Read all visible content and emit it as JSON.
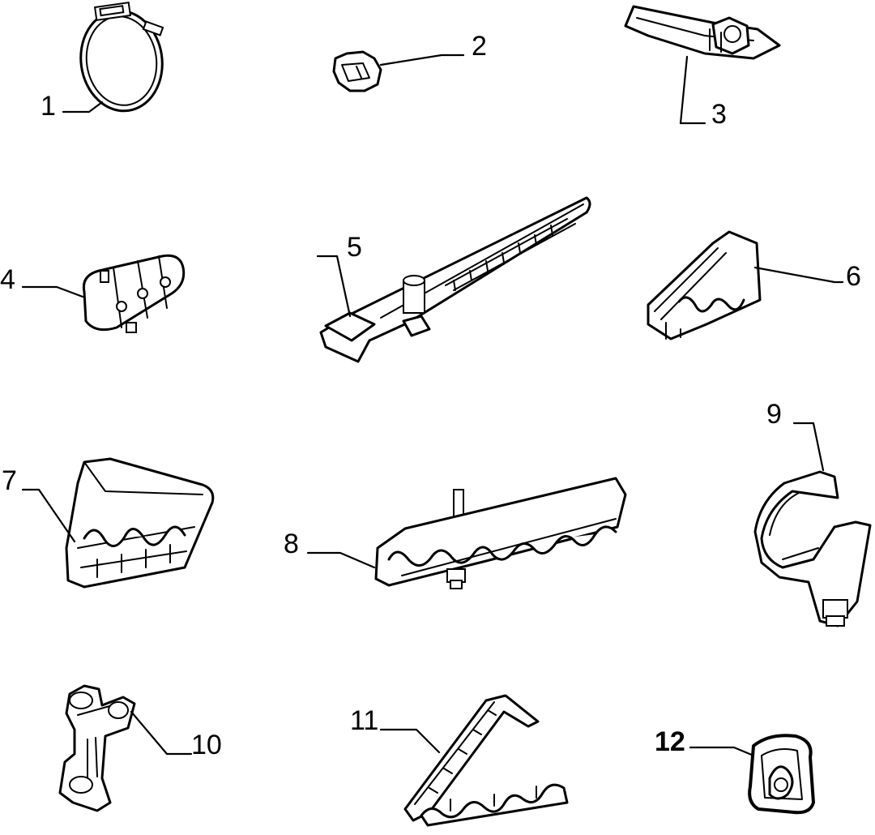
{
  "diagram": {
    "labels": [
      "1",
      "2",
      "3",
      "4",
      "5",
      "6",
      "7",
      "8",
      "9",
      "10",
      "11",
      "12"
    ],
    "parts": [
      {
        "label": "1",
        "icon": "hose-clamp-ring-icon"
      },
      {
        "label": "2",
        "icon": "push-rivet-clip-icon"
      },
      {
        "label": "3",
        "icon": "edge-clip-bracket-icon"
      },
      {
        "label": "4",
        "icon": "triple-pipe-clip-icon"
      },
      {
        "label": "5",
        "icon": "cable-tie-with-stud-icon"
      },
      {
        "label": "6",
        "icon": "multi-pipe-holder-icon"
      },
      {
        "label": "7",
        "icon": "hinged-pipe-clip-icon"
      },
      {
        "label": "8",
        "icon": "long-pipe-clip-strip-icon"
      },
      {
        "label": "9",
        "icon": "spring-hose-clip-icon"
      },
      {
        "label": "10",
        "icon": "double-pipe-clip-icon"
      },
      {
        "label": "11",
        "icon": "strap-pipe-clip-icon"
      },
      {
        "label": "12",
        "icon": "speed-nut-clip-icon"
      }
    ],
    "colors": {
      "ink": "#000000",
      "paper": "#ffffff"
    }
  }
}
